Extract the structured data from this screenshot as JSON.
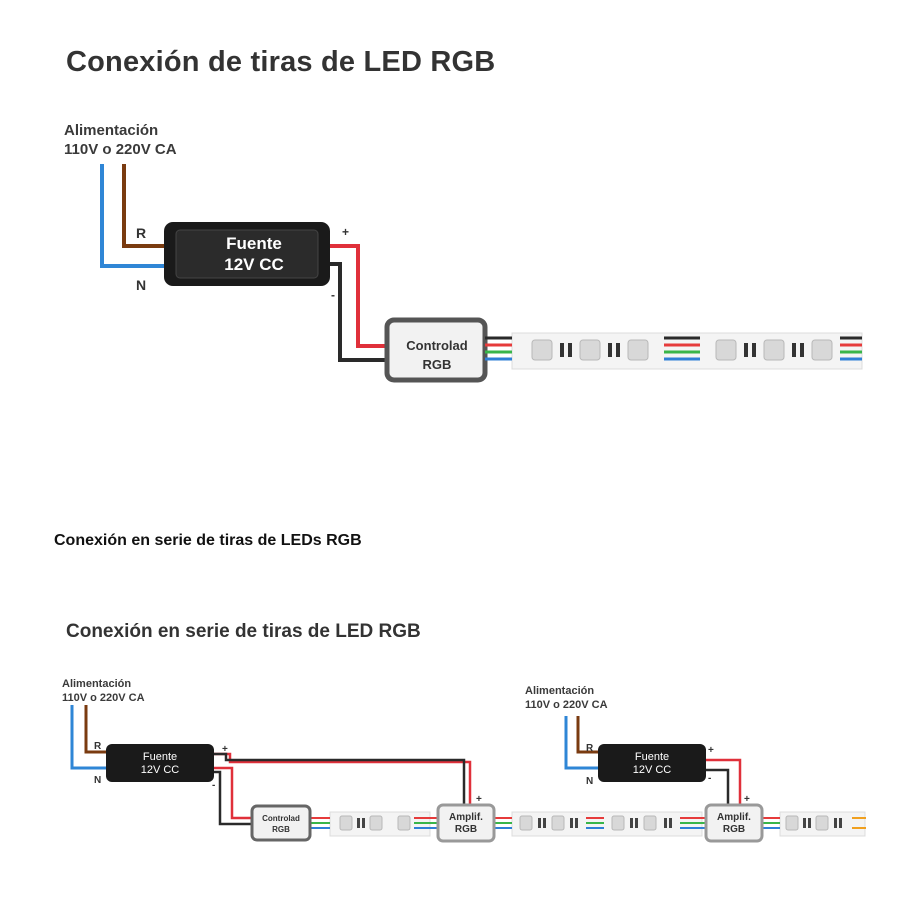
{
  "top": {
    "title": "Conexión de tiras de LED RGB",
    "supply_line1": "Alimentación",
    "supply_line2": "110V o 220V CA",
    "r_label": "R",
    "n_label": "N",
    "psu_line1": "Fuente",
    "psu_line2": "12V CC",
    "plus": "+",
    "minus": "-",
    "ctrl_line1": "Controlad",
    "ctrl_line2": "RGB"
  },
  "caption": "Conexión en serie de tiras de LEDs RGB",
  "bottom": {
    "title": "Conexión en serie de tiras de LED RGB",
    "left_supply_line1": "Alimentación",
    "left_supply_line2": "110V o 220V CA",
    "right_supply_line1": "Alimentación",
    "right_supply_line2": "110V o 220V CA",
    "r_label": "R",
    "n_label": "N",
    "psu_line1": "Fuente",
    "psu_line2": "12V CC",
    "plus": "+",
    "minus": "-",
    "ctrl_line1": "Controlad",
    "ctrl_line2": "RGB",
    "amp_line1": "Amplif.",
    "amp_line2": "RGB"
  },
  "colors": {
    "live": "#7a3b10",
    "neutral": "#2f86d6",
    "positive": "#e0303a",
    "negative": "#2a2a2a",
    "strip_red": "#e63b3b",
    "strip_green": "#39b54a",
    "strip_blue": "#2f7fd6",
    "strip_amber": "#f0a020"
  }
}
